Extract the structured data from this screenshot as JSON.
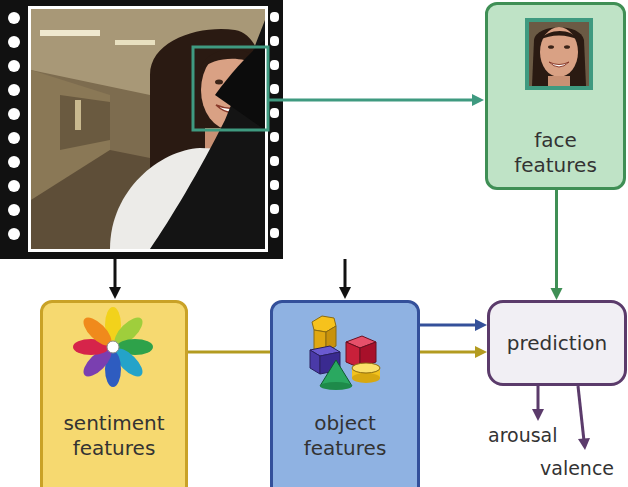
{
  "diagram": {
    "nodes": [
      {
        "text": [
          "face features"
        ]
      },
      {
        "text": [
          "sentiment features"
        ]
      },
      {
        "text": [
          "object features"
        ]
      },
      {
        "text": [
          "prediction"
        ]
      }
    ],
    "edges": [
      {
        "from": 0,
        "to": 3,
        "arrow": "to"
      },
      {
        "from": 2,
        "to": 3,
        "arrow": "to"
      },
      {
        "from": 1,
        "to": 3,
        "arrow": "to"
      }
    ],
    "labels": [
      "arousal",
      "valence"
    ]
  }
}
